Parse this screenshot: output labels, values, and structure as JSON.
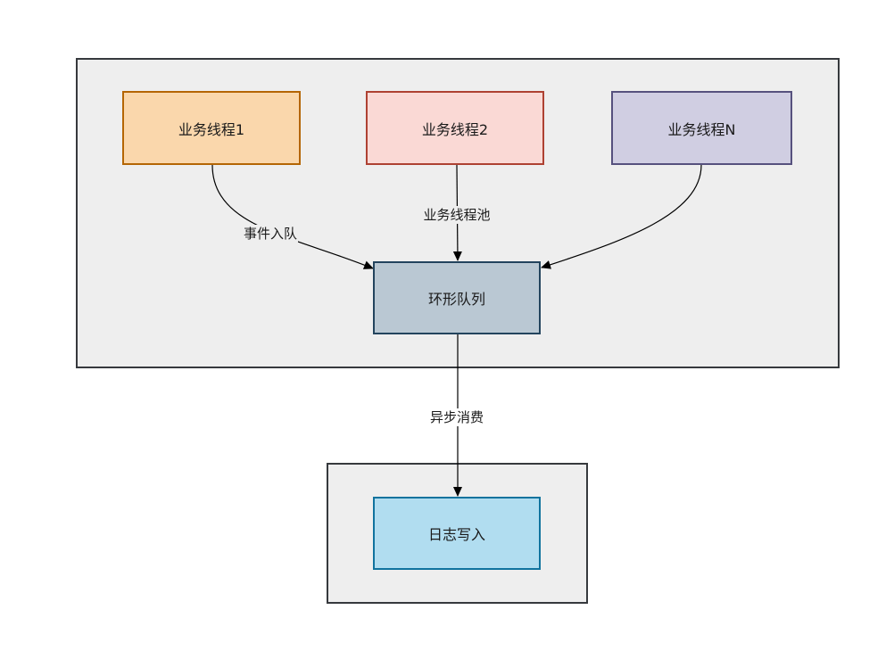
{
  "nodes": {
    "thread1": {
      "label": "业务线程1",
      "fill": "#fad7ac",
      "stroke": "#b46504"
    },
    "thread2": {
      "label": "业务线程2",
      "fill": "#fad9d5",
      "stroke": "#ae4132"
    },
    "threadN": {
      "label": "业务线程N",
      "fill": "#d0cee2",
      "stroke": "#56517e"
    },
    "ring_queue": {
      "label": "环形队列",
      "fill": "#bac8d3",
      "stroke": "#23445d"
    },
    "log_write": {
      "label": "日志写入",
      "fill": "#b1ddf0",
      "stroke": "#10739e"
    }
  },
  "labels": {
    "enqueue": "事件入队",
    "thread_pool": "业务线程池",
    "async_consume": "异步消费"
  },
  "colors": {
    "container_fill": "#eeeeee",
    "container_stroke": "#36393d",
    "edge": "#000000"
  }
}
